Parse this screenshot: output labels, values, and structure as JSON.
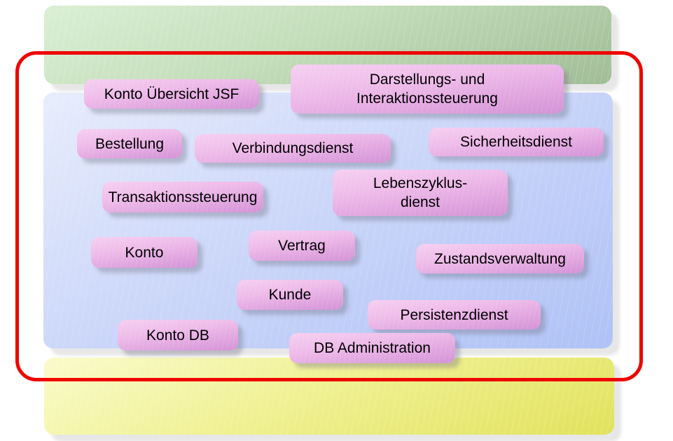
{
  "slide": {
    "background": "#ffffff",
    "bands": [
      {
        "id": "top-green-band",
        "gradient": [
          "#dbf0d4",
          "#a0bd97"
        ]
      },
      {
        "id": "middle-blue-band",
        "gradient": [
          "#e8edfc",
          "#afc2f6"
        ]
      },
      {
        "id": "bottom-yellow-band",
        "gradient": [
          "#fafbcb",
          "#e1e25c"
        ]
      }
    ],
    "frame": {
      "id": "red-highlight-frame",
      "color": "#ee0400"
    },
    "node_fill": {
      "top": "#f6d0f2",
      "bottom": "#d493d7",
      "text_color": "#000000"
    },
    "nodes": [
      {
        "label": "Konto Übersicht JSF"
      },
      {
        "label": "Darstellungs- und\nInteraktionssteuerung"
      },
      {
        "label": "Bestellung"
      },
      {
        "label": "Verbindungsdienst"
      },
      {
        "label": "Sicherheitsdienst"
      },
      {
        "label": "Transaktionssteuerung"
      },
      {
        "label": "Lebenszyklus-\ndienst"
      },
      {
        "label": "Konto"
      },
      {
        "label": "Vertrag"
      },
      {
        "label": "Zustandsverwaltung"
      },
      {
        "label": "Kunde"
      },
      {
        "label": "Persistenzdienst"
      },
      {
        "label": "Konto DB"
      },
      {
        "label": "DB Administration"
      }
    ]
  }
}
